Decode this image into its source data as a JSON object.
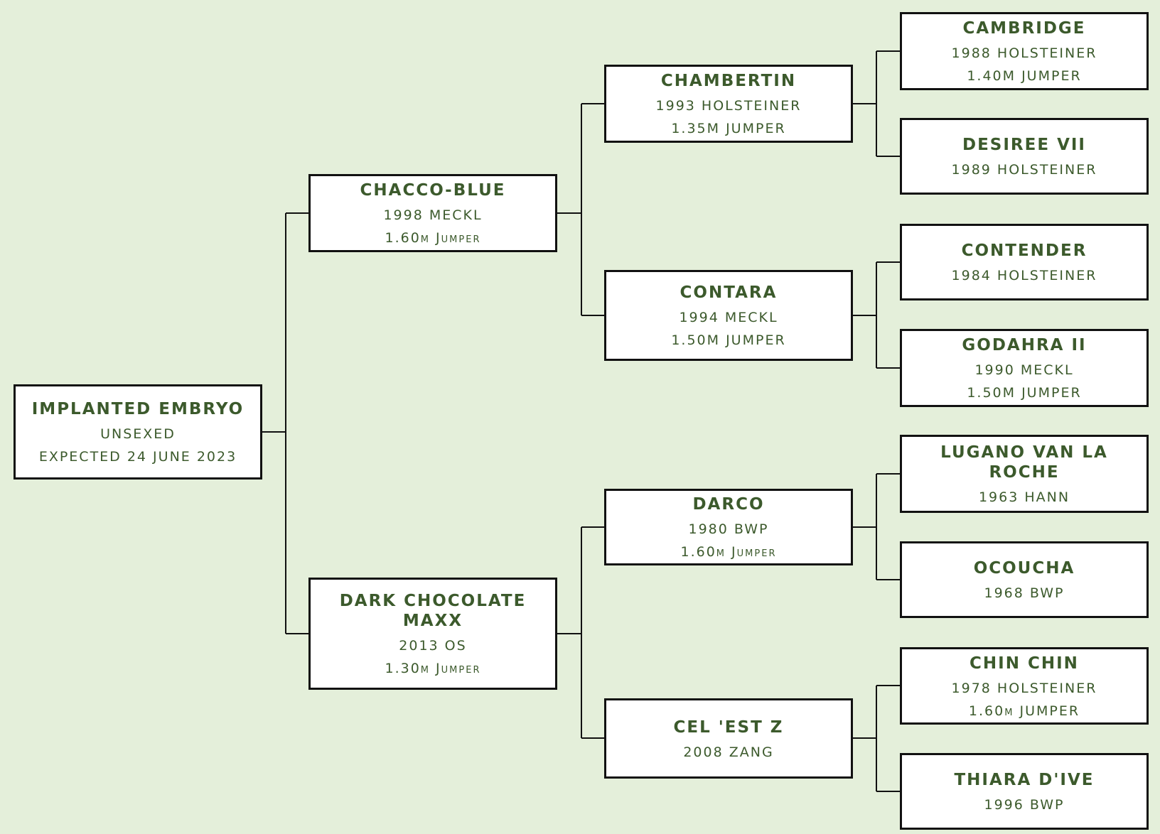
{
  "colors": {
    "background": "#e4efda",
    "text": "#3c5a2c",
    "border": "#111111",
    "box": "#ffffff"
  },
  "pedigree": {
    "subject": {
      "name": "IMPLANTED EMBRYO",
      "lines": [
        "UNSEXED",
        "EXPECTED 24 JUNE 2023"
      ]
    },
    "sire": {
      "name": "CHACCO-BLUE",
      "lines": [
        "1998 MECKL",
        "1.60m Jumper"
      ]
    },
    "dam": {
      "name": "DARK CHOCOLATE MAXX",
      "lines": [
        "2013 OS",
        "1.30m Jumper"
      ]
    },
    "sire_sire": {
      "name": "CHAMBERTIN",
      "lines": [
        "1993 HOLSTEINER",
        "1.35M JUMPER"
      ]
    },
    "sire_dam": {
      "name": "CONTARA",
      "lines": [
        "1994 MECKL",
        "1.50M JUMPER"
      ]
    },
    "dam_sire": {
      "name": "DARCO",
      "lines": [
        "1980 BWP",
        "1.60m Jumper"
      ]
    },
    "dam_dam": {
      "name": "CEL 'EST Z",
      "lines": [
        "2008 ZANG"
      ]
    },
    "sss": {
      "name": "CAMBRIDGE",
      "lines": [
        "1988 HOLSTEINER",
        "1.40M JUMPER"
      ]
    },
    "ssd": {
      "name": "DESIREE VII",
      "lines": [
        "1989 HOLSTEINER"
      ]
    },
    "sds": {
      "name": "CONTENDER",
      "lines": [
        "1984 HOLSTEINER"
      ]
    },
    "sdd": {
      "name": "GODAHRA II",
      "lines": [
        "1990 MECKL",
        "1.50M JUMPER"
      ]
    },
    "dss": {
      "name": "LUGANO VAN LA ROCHE",
      "lines": [
        "1963 HANN"
      ]
    },
    "dsd": {
      "name": "OCOUCHA",
      "lines": [
        "1968 BWP"
      ]
    },
    "dds": {
      "name": "CHIN CHIN",
      "lines": [
        "1978 HOLSTEINER",
        "1.60m JUMPER"
      ]
    },
    "ddd": {
      "name": "THIARA D'IVE",
      "lines": [
        "1996 BWP"
      ]
    }
  }
}
